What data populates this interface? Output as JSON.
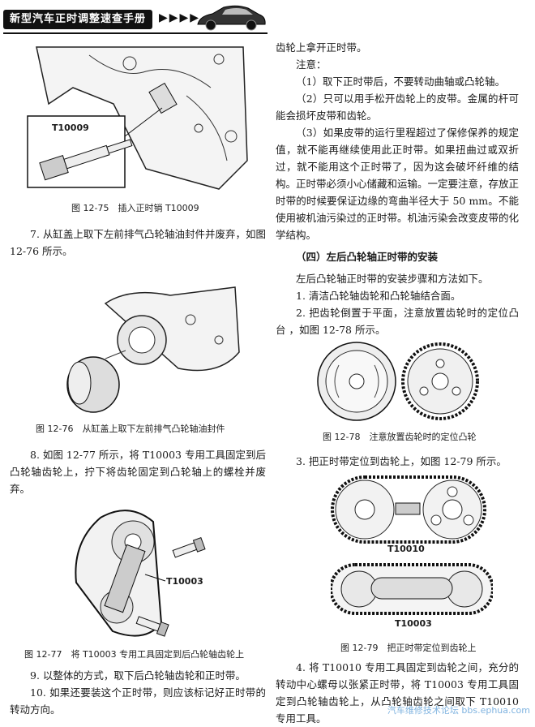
{
  "header": {
    "book_title": "新型汽车正时调整速查手册",
    "arrows": "▶▶▶▶"
  },
  "left": {
    "fig75": {
      "label": "T10009",
      "caption": "图 12-75　插入正时销 T10009"
    },
    "p7": "7. 从缸盖上取下左前排气凸轮轴油封件并废弃，如图 12-76 所示。",
    "fig76": {
      "caption": "图 12-76　从缸盖上取下左前排气凸轮轴油封件"
    },
    "p8": "8. 如图 12-77 所示，将 T10003 专用工具固定到后凸轮轴齿轮上，拧下将齿轮固定到凸轮轴上的螺栓并废弃。",
    "fig77": {
      "label": "T10003",
      "caption": "图 12-77　将 T10003 专用工具固定到后凸轮轴齿轮上"
    },
    "p9": "9. 以整体的方式，取下后凸轮轴齿轮和正时带。",
    "p10": "10. 如果还要装这个正时带，则应该标记好正时带的转动方向。"
  },
  "right": {
    "p_top": "齿轮上拿开正时带。",
    "note_title": "注意：",
    "n1": "（1）取下正时带后，不要转动曲轴或凸轮轴。",
    "n2": "（2）只可以用手松开齿轮上的皮带。金属的杆可能会损坏皮带和齿轮。",
    "n3": "（3）如果皮带的运行里程超过了保修保养的规定值，就不能再继续使用此正时带。如果扭曲过或双折过，就不能用这个正时带了，因为这会破坏纤维的结构。正时带必须小心储藏和运输。一定要注意，存放正时带的时候要保证边缘的弯曲半径大于 50 mm。不能使用被机油污染过的正时带。机油污染会改变皮带的化学结构。",
    "section": "（四）左后凸轮轴正时带的安装",
    "intro": "左后凸轮轴正时带的安装步骤和方法如下。",
    "s1": "1. 清洁凸轮轴齿轮和凸轮轴结合面。",
    "s2": "2. 把齿轮倒置于平面，注意放置齿轮时的定位凸台 ，如图 12-78 所示。",
    "fig78": {
      "caption": "图 12-78　注意放置齿轮时的定位凸轮"
    },
    "s3": "3. 把正时带定位到齿轮上，如图 12-79 所示。",
    "fig79": {
      "label_top": "T10010",
      "label_bottom": "T10003",
      "caption": "图 12-79　把正时带定位到齿轮上"
    },
    "s4": "4. 将 T10010 专用工具固定到齿轮之间，充分的转动中心螺母以张紧正时带，将 T10003 专用工具固定到凸轮轴齿轮上，从凸轮轴齿轮之间取下 T10010 专用工具。"
  },
  "watermark": "汽车维修技术论坛 bbs.ephua.com"
}
